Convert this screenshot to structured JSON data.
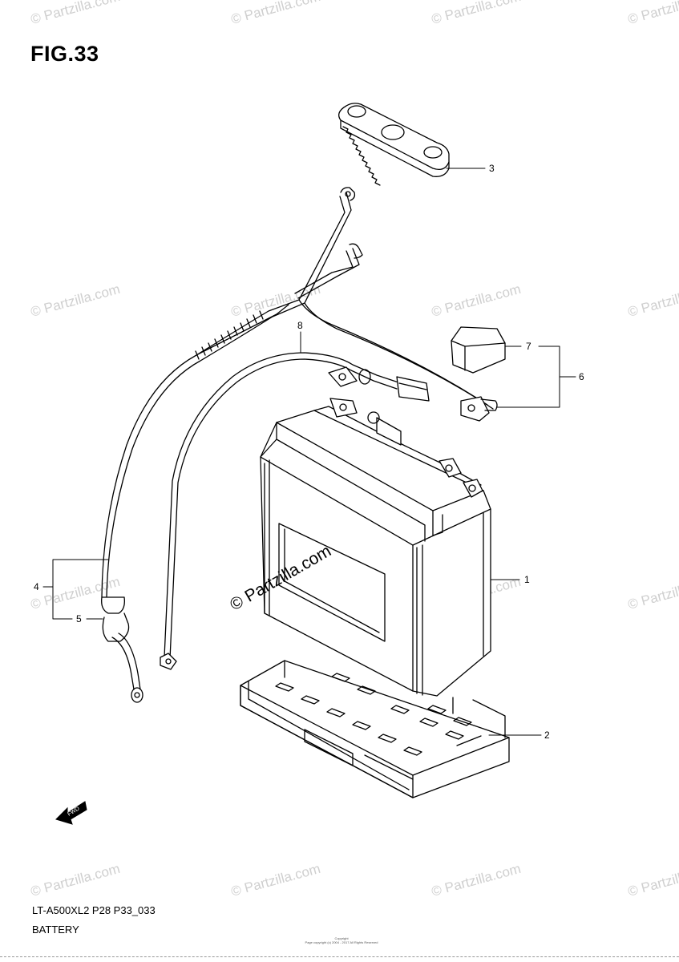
{
  "figure": {
    "title": "FIG.33",
    "model_code": "LT-A500XL2 P28 P33_033",
    "section_name": "BATTERY",
    "copyright_line1": "Copyright",
    "copyright_line2": "Page copyright (c) 2004 - 2017 All Rights Reserved"
  },
  "watermark": {
    "text": "© Partzilla.com",
    "center_text": "© Partzilla.com"
  },
  "callouts": [
    {
      "id": "1",
      "label": "1"
    },
    {
      "id": "2",
      "label": "2"
    },
    {
      "id": "3",
      "label": "3"
    },
    {
      "id": "4",
      "label": "4"
    },
    {
      "id": "5",
      "label": "5"
    },
    {
      "id": "6",
      "label": "6"
    },
    {
      "id": "7",
      "label": "7"
    },
    {
      "id": "8",
      "label": "8"
    }
  ],
  "direction_marker": {
    "text": "FWD"
  },
  "colors": {
    "line": "#000000",
    "watermark": "#cfcfcf"
  }
}
